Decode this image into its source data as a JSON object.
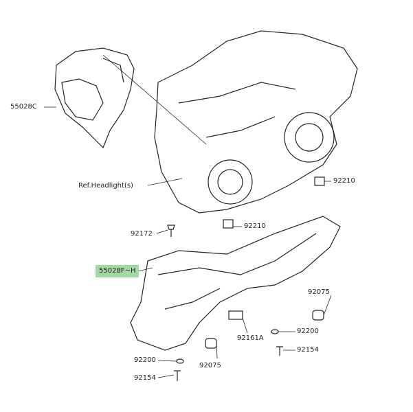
{
  "labels": {
    "p55028c": "55028C",
    "ref_headlight": "Ref.Headlight(s)",
    "p92210_a": "92210",
    "p92210_b": "92210",
    "p92172": "92172",
    "p55028f_h": "55028F~H",
    "p92075_a": "92075",
    "p92075_b": "92075",
    "p92200_a": "92200",
    "p92200_b": "92200",
    "p92154_a": "92154",
    "p92154_b": "92154",
    "p92161a": "92161A"
  },
  "colors": {
    "highlight": "#a3d9a3",
    "line": "#222222"
  }
}
